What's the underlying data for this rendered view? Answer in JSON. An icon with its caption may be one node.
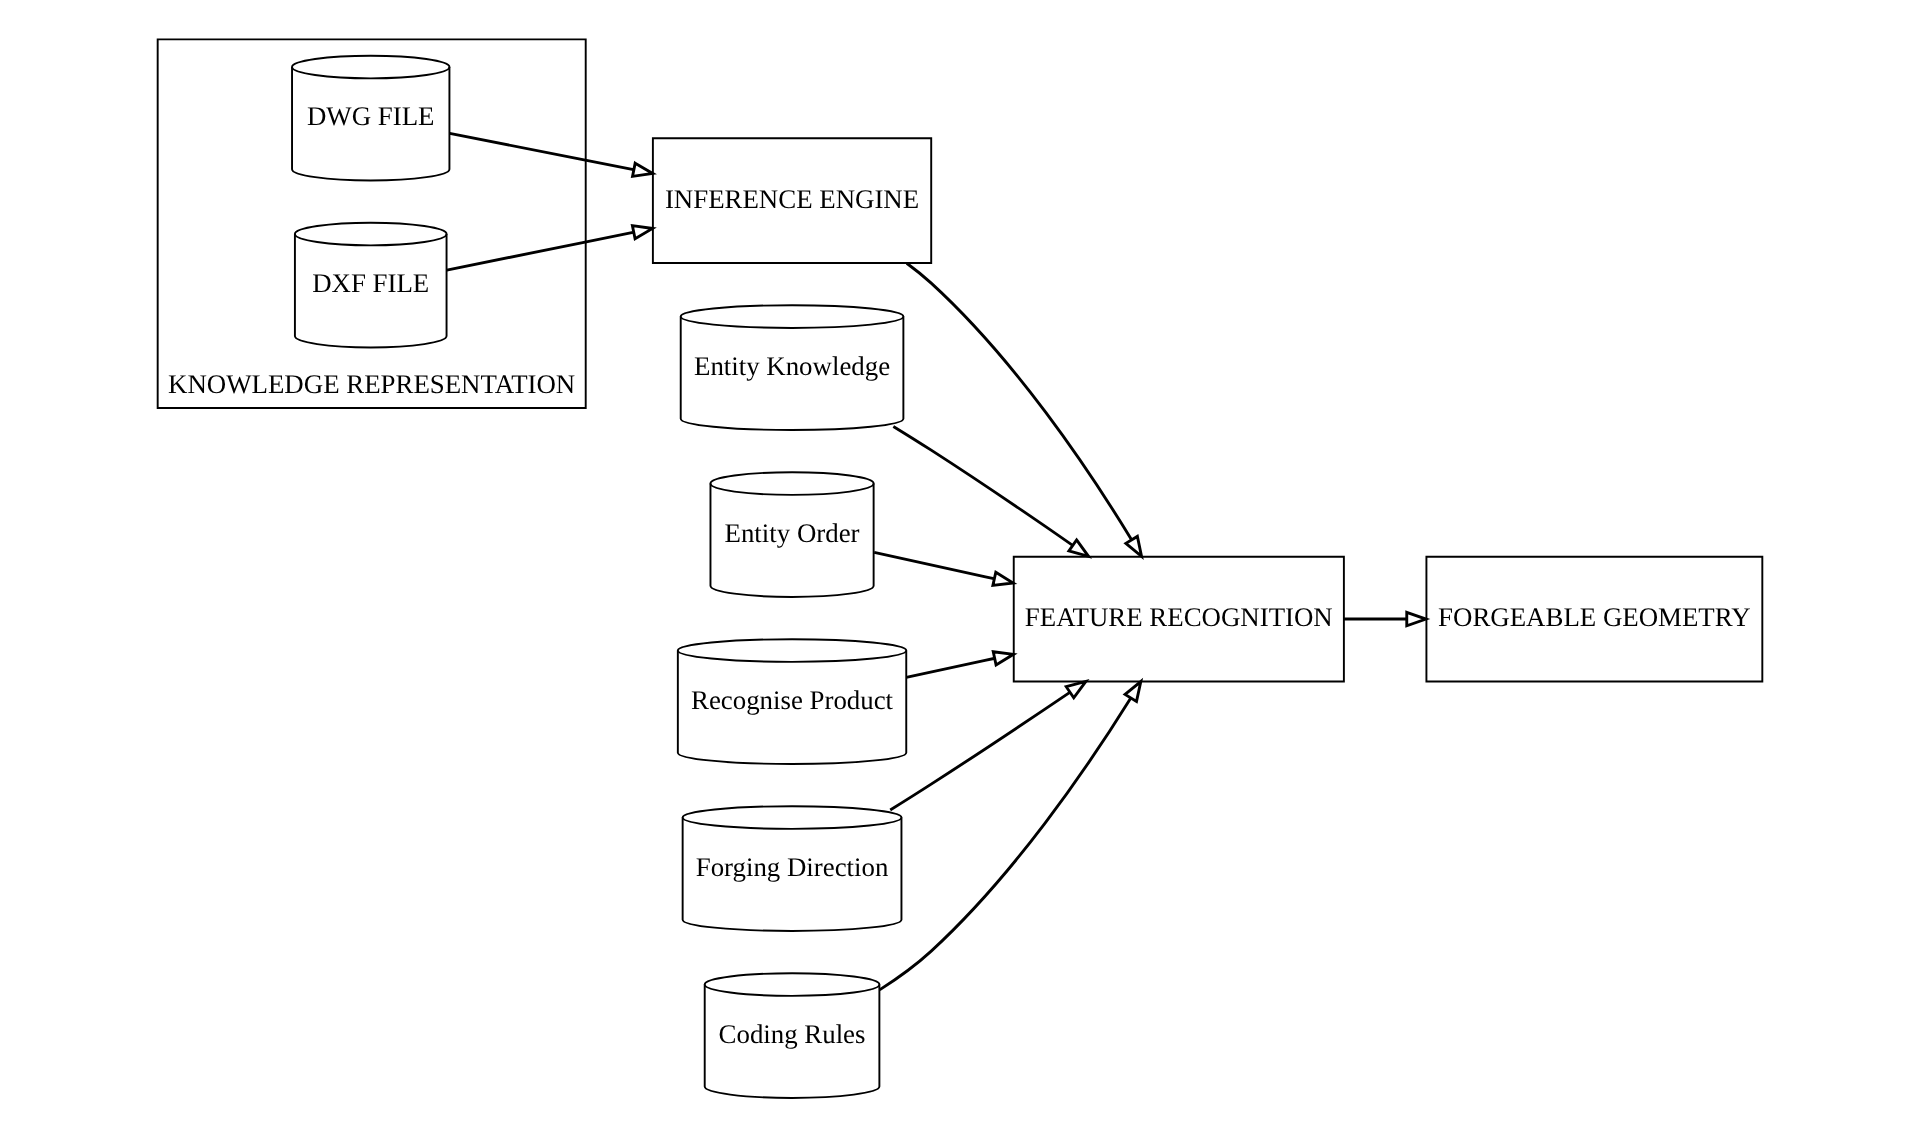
{
  "diagram": {
    "nodes": [
      {
        "text": [
          "KNOWLEDGE REPRESENTATION"
        ]
      },
      {
        "text": [
          "DWG FILE"
        ],
        "in": 0
      },
      {
        "text": [
          "DXF FILE"
        ],
        "in": 0
      },
      {
        "text": [
          "INFERENCE ENGINE"
        ]
      },
      {
        "text": [
          "Entity Knowledge"
        ]
      },
      {
        "text": [
          "Entity Order"
        ]
      },
      {
        "text": [
          "Recognise Product"
        ]
      },
      {
        "text": [
          "FEATURE RECOGNITION"
        ]
      },
      {
        "text": [
          "FORGEABLE GEOMETRY"
        ]
      },
      {
        "text": [
          "Forging Direction"
        ]
      },
      {
        "text": [
          "Coding Rules"
        ]
      }
    ],
    "edges": [
      {
        "from": 1,
        "to": 3,
        "arrow": "to"
      },
      {
        "from": 2,
        "to": 3,
        "arrow": "to"
      },
      {
        "from": 3,
        "to": 7,
        "arrow": "to"
      },
      {
        "from": 4,
        "to": 7,
        "arrow": "to"
      },
      {
        "from": 5,
        "to": 7,
        "arrow": "to"
      },
      {
        "from": 6,
        "to": 7,
        "arrow": "to"
      },
      {
        "from": 9,
        "to": 7,
        "arrow": "to"
      },
      {
        "from": 10,
        "to": 7,
        "arrow": "to"
      },
      {
        "from": 7,
        "to": 8,
        "arrow": "to"
      }
    ]
  }
}
